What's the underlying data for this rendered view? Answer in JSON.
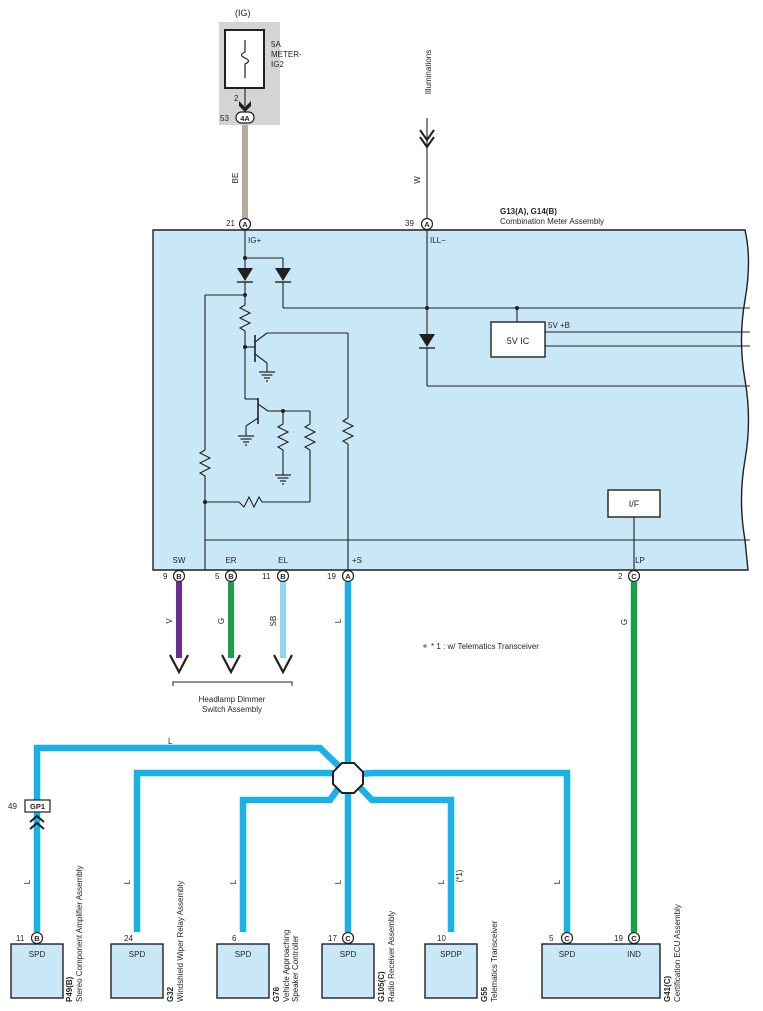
{
  "colors": {
    "panel_blue": "#c8e8f7",
    "fuse_grey": "#d4d4d4",
    "wire_L": "#1ab0e8",
    "wire_G": "#1aa14a",
    "wire_V": "#6a2c8f",
    "wire_SB": "#8fd6f5",
    "wire_BE": "#b8ab9c",
    "ink": "#231f20"
  },
  "fuse": {
    "supply": "(IG)",
    "rating": "5A",
    "name_line1": "METER-",
    "name_line2": "IG2",
    "pin_top": "2",
    "pin_left": "53",
    "connector": "4A"
  },
  "illumination": {
    "label": "Illuminations",
    "wire_color": "W"
  },
  "meter": {
    "code": "G13(A), G14(B)",
    "name": "Combination Meter Assembly",
    "ic_label": "5V IC",
    "ic_out_label": "5V +B",
    "if_label": "I/F",
    "ig_pin": "21",
    "ig_conn": "A",
    "ig_label": "IG+",
    "ill_pin": "39",
    "ill_conn": "A",
    "ill_label": "ILL−",
    "be_color": "BE",
    "bottom_pins": [
      {
        "name": "SW",
        "pin": "9",
        "conn": "B",
        "wire": "V"
      },
      {
        "name": "ER",
        "pin": "5",
        "conn": "B",
        "wire": "G"
      },
      {
        "name": "EL",
        "pin": "11",
        "conn": "B",
        "wire": "SB"
      },
      {
        "name": "+S",
        "pin": "19",
        "conn": "A",
        "wire": "L"
      },
      {
        "name": "LP",
        "pin": "2",
        "conn": "C",
        "wire": "G"
      }
    ]
  },
  "headlamp_switch": {
    "line1": "Headlamp Dimmer",
    "line2": "Switch Assembly"
  },
  "note": "* 1 : w/ Telematics Transceiver",
  "splice_wire_label": "L",
  "gp1": {
    "pin": "49",
    "label": "GP1"
  },
  "components": [
    {
      "code": "P49(B)",
      "name_line1": "Stereo Component Amplifier Assembly",
      "name_line2": "",
      "pin": "11",
      "conn": "B",
      "term": "SPD",
      "wire": "L"
    },
    {
      "code": "G32",
      "name_line1": "Windshield Wiper Relay Assembly",
      "name_line2": "",
      "pin": "24",
      "conn": "",
      "term": "SPD",
      "wire": "L"
    },
    {
      "code": "G76",
      "name_line1": "Vehicle Approaching",
      "name_line2": "Speaker Controller",
      "pin": "6",
      "conn": "",
      "term": "SPD",
      "wire": "L"
    },
    {
      "code": "G105(C)",
      "name_line1": "Radio Receiver Assembly",
      "name_line2": "",
      "pin": "17",
      "conn": "C",
      "term": "SPD",
      "wire": "L"
    },
    {
      "code": "G55",
      "name_line1": "Telematics Transceiver",
      "name_line2": "",
      "pin": "10",
      "conn": "",
      "term": "SPDP",
      "wire": "L",
      "tag": "(*1)"
    },
    {
      "code": "G41(C)",
      "name_line1": "Certification ECU Assembly",
      "name_line2": "",
      "pin": "5",
      "conn": "C",
      "term": "SPD",
      "wire": "L",
      "pin2": "19",
      "conn2": "C",
      "term2": "IND",
      "wire2": "G"
    }
  ]
}
